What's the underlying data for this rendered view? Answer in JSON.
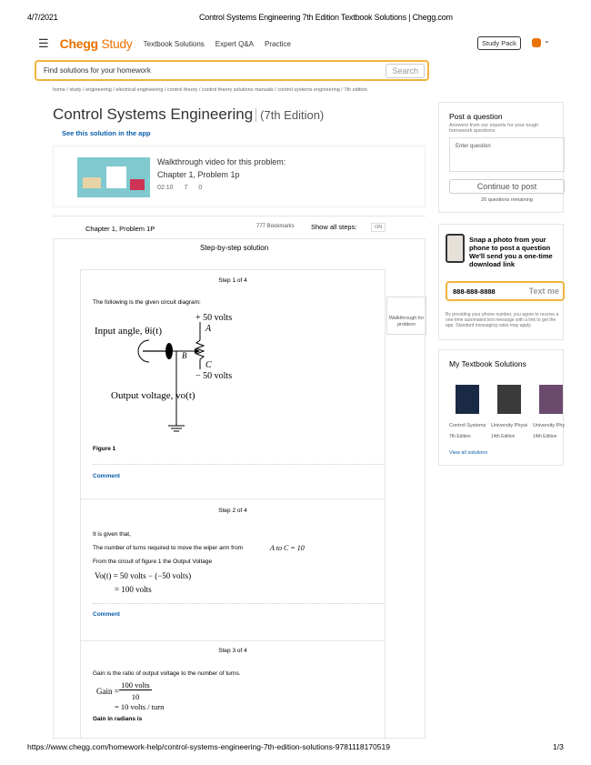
{
  "print_header": {
    "date": "4/7/2021",
    "title": "Control Systems Engineering 7th Edition Textbook Solutions | Chegg.com"
  },
  "print_footer": {
    "url": "https://www.chegg.com/homework-help/control-systems-engineering-7th-edition-solutions-9781118170519",
    "page": "1/3"
  },
  "nav": {
    "logo_main": "Chegg",
    "logo_sub": "Study",
    "links": [
      "Textbook Solutions",
      "Expert Q&A",
      "Practice"
    ],
    "study_pack": "Study Pack"
  },
  "search": {
    "placeholder": "Find solutions for your homework",
    "button": "Search"
  },
  "breadcrumb": "home / study / engineering / electrical engineering / control theory / control theory solutions manuals / control systems engineering / 7th edition",
  "book": {
    "title": "Control Systems Engineering",
    "edition": "(7th Edition)",
    "see_app": "See this solution in the app"
  },
  "video": {
    "title": "Walkthrough video for this problem:",
    "problem": "Chapter 1, Problem 1p",
    "duration": "02:10",
    "likes": "7",
    "dislikes": "0"
  },
  "chapter_bar": {
    "chapter": "Chapter 1, Problem 1P",
    "bookmarks": "777 Bookmarks",
    "show_steps": "Show all steps:",
    "toggle": "ON"
  },
  "solution": {
    "heading": "Step-by-step solution",
    "steps": [
      {
        "title": "Step 1 of 4",
        "text": "The following is the given circuit diagram:",
        "figure_caption": "Figure 1",
        "comment": "Comment"
      },
      {
        "title": "Step 2 of 4",
        "lines": [
          "It is given that,",
          "The number of turns required to move the wiper arm from",
          "From the circuit of figure 1 the Output Voltage"
        ],
        "eq_inline": "A to C = 10",
        "eq1": "Vo(t) = 50 volts − (−50 volts)",
        "eq2": "= 100 volts",
        "comment": "Comment"
      },
      {
        "title": "Step 3 of 4",
        "lines": [
          "Gain is the ratio of output voltage to the number of turns.",
          "Gain in radians is"
        ],
        "eq_num": "100 volts",
        "eq_den": "10",
        "eq_lhs": "Gain =",
        "eq_res": "= 10 volts / turn"
      }
    ]
  },
  "circuit": {
    "input_label": "Input angle, θi(t)",
    "output_label": "Output voltage, vo(t)",
    "plus": "+ 50 volts",
    "minus": "− 50 volts",
    "node_a": "A",
    "node_b": "B",
    "node_c": "C"
  },
  "walkthrough_tab": "Walkthrough for problem",
  "sidebar": {
    "post": {
      "title": "Post a question",
      "subtitle": "Answers from our experts for your tough homework questions",
      "placeholder": "Enter question",
      "button": "Continue to post",
      "remaining": "20 questions remaining"
    },
    "snap": {
      "title": "Snap a photo from your phone to post a question We'll send you a one-time download link",
      "phone_placeholder": "888-888-8888",
      "button": "Text me",
      "fine_print": "By providing your phone number, you agree to receive a one-time automated text message with a link to get the app. Standard messaging rates may apply."
    },
    "my_books": {
      "title": "My Textbook Solutions",
      "books": [
        {
          "title": "Control Systems...",
          "edition": "7th Edition",
          "color": "#1a2a44"
        },
        {
          "title": "University Physics with...",
          "edition": "14th Edition",
          "color": "#3a3a3a"
        },
        {
          "title": "University Physics with...",
          "edition": "14th Edition",
          "color": "#6b4a6e"
        }
      ],
      "view_all": "View all solutions"
    }
  }
}
